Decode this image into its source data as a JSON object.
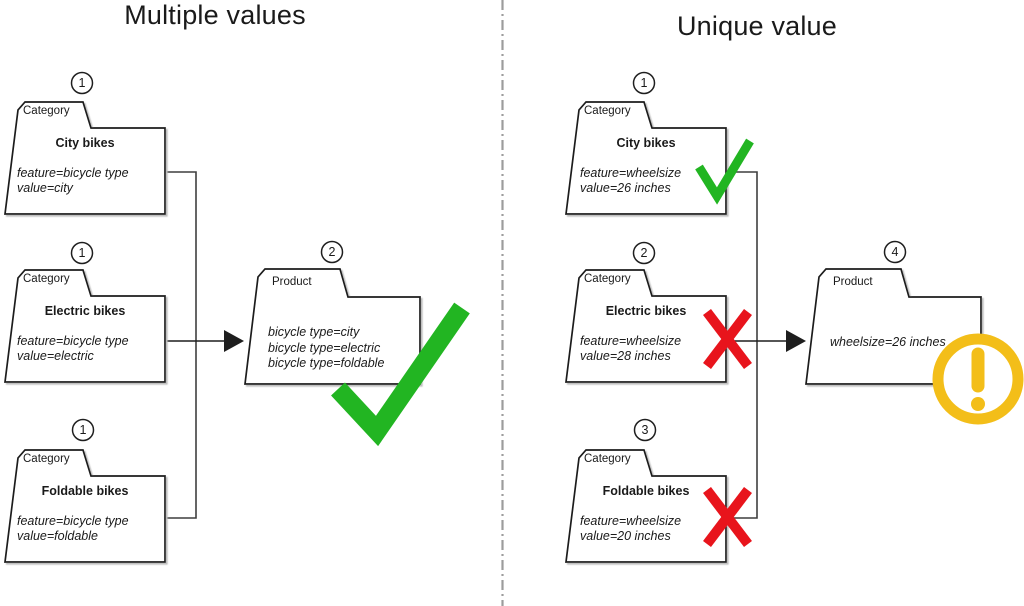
{
  "panels": {
    "left": {
      "title": "Multiple values",
      "categories": [
        {
          "badge": "1",
          "tab_label": "Category",
          "name": "City bikes",
          "attr_feature": "feature=bicycle type",
          "attr_value": "value=city"
        },
        {
          "badge": "1",
          "tab_label": "Category",
          "name": "Electric bikes",
          "attr_feature": "feature=bicycle type",
          "attr_value": "value=electric"
        },
        {
          "badge": "1",
          "tab_label": "Category",
          "name": "Foldable bikes",
          "attr_feature": "feature=bicycle type",
          "attr_value": "value=foldable"
        }
      ],
      "product": {
        "badge": "2",
        "tab_label": "Product",
        "lines": [
          "bicycle type=city",
          "bicycle type=electric",
          "bicycle type=foldable"
        ]
      },
      "result_icon": "check-icon"
    },
    "right": {
      "title": "Unique value",
      "categories": [
        {
          "badge": "1",
          "tab_label": "Category",
          "name": "City bikes",
          "attr_feature": "feature=wheelsize",
          "attr_value": "value=26 inches",
          "status_icon": "check-icon"
        },
        {
          "badge": "2",
          "tab_label": "Category",
          "name": "Electric bikes",
          "attr_feature": "feature=wheelsize",
          "attr_value": "value=28 inches",
          "status_icon": "cross-icon"
        },
        {
          "badge": "3",
          "tab_label": "Category",
          "name": "Foldable bikes",
          "attr_feature": "feature=wheelsize",
          "attr_value": "value=20 inches",
          "status_icon": "cross-icon"
        }
      ],
      "product": {
        "badge": "4",
        "tab_label": "Product",
        "lines": [
          "wheelsize=26 inches"
        ]
      },
      "result_icon": "warning-icon"
    }
  },
  "colors": {
    "check_green": "#22b522",
    "cross_red": "#e8141c",
    "warning_yellow": "#f3be19",
    "outline_dark": "#1e1e1e",
    "connector_gray": "#3f3f3f",
    "divider_gray": "#9c9c9c"
  }
}
